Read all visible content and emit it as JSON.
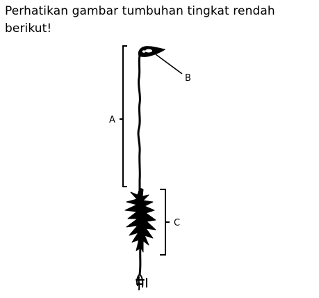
{
  "question": {
    "text": "Perhatikan gambar tumbuhan tingkat rendah berikut!"
  },
  "diagram": {
    "labels": {
      "a": "A",
      "b": "B",
      "c": "C"
    },
    "stroke_color": "#000000"
  }
}
